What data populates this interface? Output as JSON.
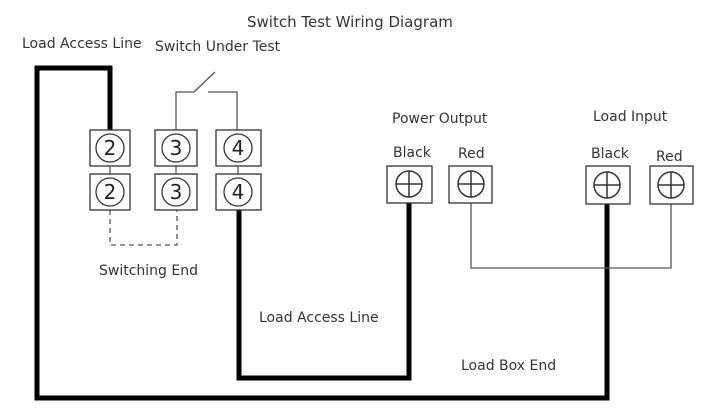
{
  "title": "Switch Test Wiring Diagram",
  "labels": {
    "load_access_line_top": "Load Access Line",
    "switch_under_test": "Switch Under Test",
    "switching_end": "Switching End",
    "load_access_line_mid": "Load Access Line",
    "load_box_end": "Load Box End",
    "power_output": "Power Output",
    "load_input": "Load Input"
  },
  "switch_terminals": {
    "top": [
      "2",
      "3",
      "4"
    ],
    "bottom": [
      "2",
      "3",
      "4"
    ]
  },
  "power_output_terminals": [
    "Black",
    "Red"
  ],
  "load_input_terminals": [
    "Black",
    "Red"
  ],
  "colors": {
    "wire": "#000000",
    "thin_line": "#555555",
    "text": "#333333"
  }
}
